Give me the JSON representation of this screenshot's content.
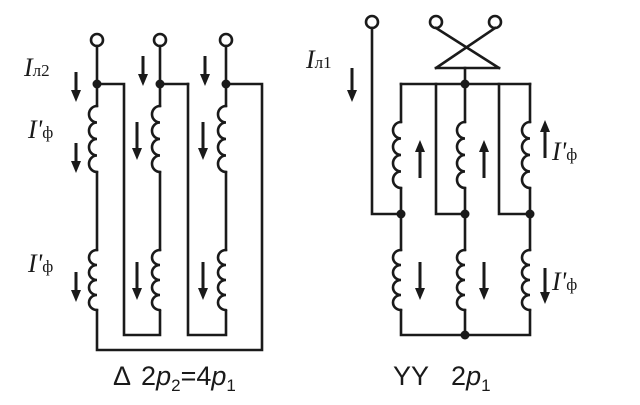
{
  "labels": {
    "i_line_main": "I",
    "line_sub_2": "л2",
    "line_sub_1": "л1",
    "i_phase_main": "I'",
    "phase_sub": "ф"
  },
  "captions": {
    "delta": {
      "symbol": "Δ",
      "lhs_coef": "2",
      "p": "p",
      "lhs_sub": "2",
      "eq": "=4",
      "rhs_sub": "1"
    },
    "yy": {
      "symbol": "YY",
      "coef": "2",
      "p": "p",
      "sub": "1"
    }
  }
}
